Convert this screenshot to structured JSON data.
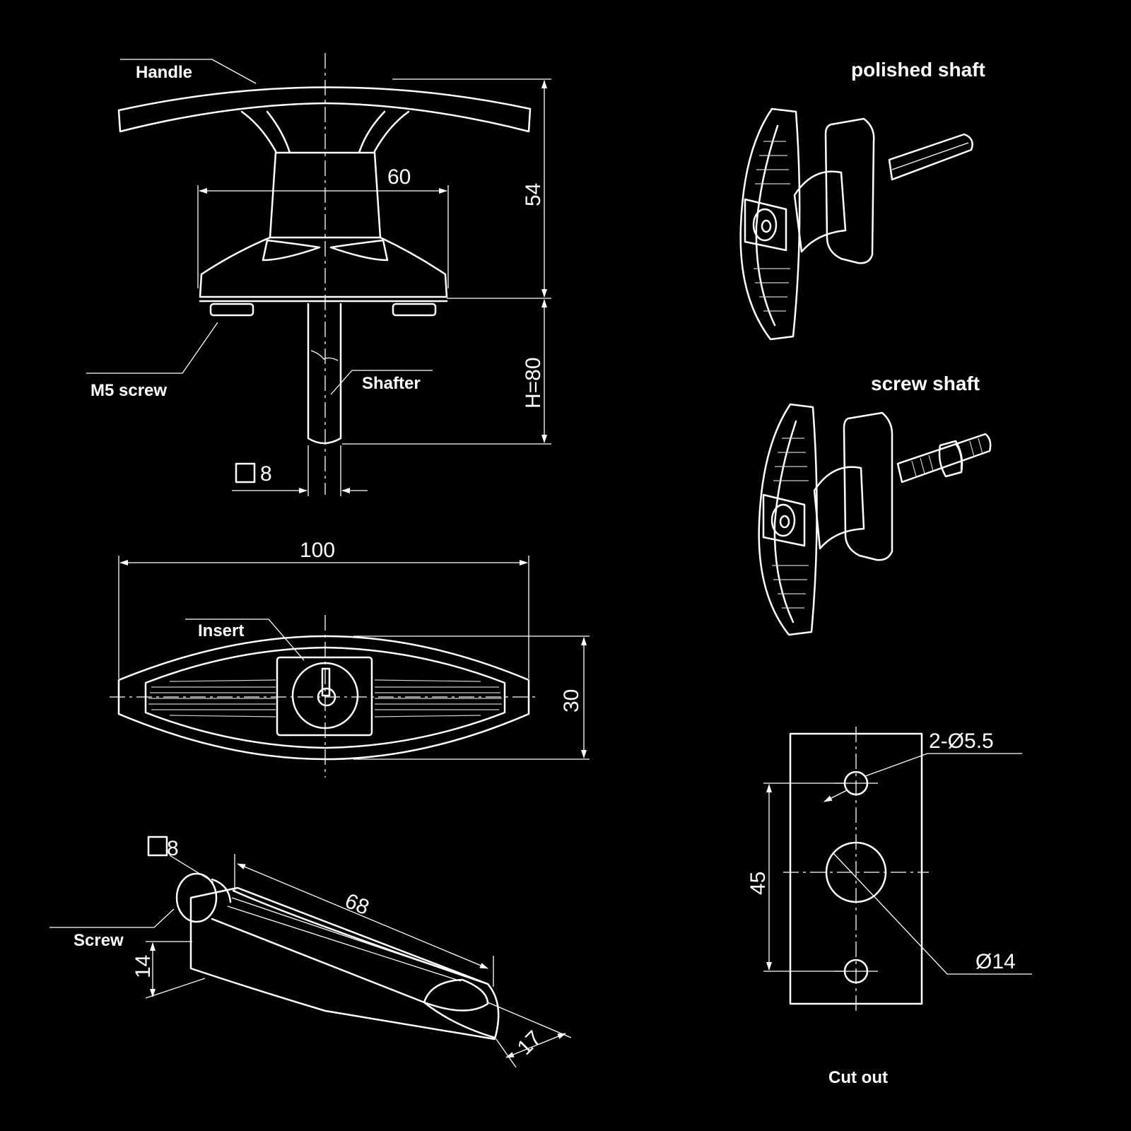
{
  "labels": {
    "handle": "Handle",
    "m5_screw": "M5 screw",
    "shafter": "Shafter",
    "insert": "Insert",
    "screw": "Screw",
    "polished_shaft": "polished  shaft",
    "screw_shaft": "screw shaft",
    "cut_out": "Cut out"
  },
  "dimensions": {
    "width_60": "60",
    "height_54": "54",
    "h_80": "H=80",
    "square_8_front": "8",
    "length_100": "100",
    "width_30": "30",
    "square_8_side": "8",
    "length_68": "68",
    "height_14": "14",
    "width_17": "17",
    "holes": "2-Ø5.5",
    "spacing_45": "45",
    "hole_14": "Ø14"
  },
  "colors": {
    "background": "#000000",
    "line": "#ffffff"
  }
}
